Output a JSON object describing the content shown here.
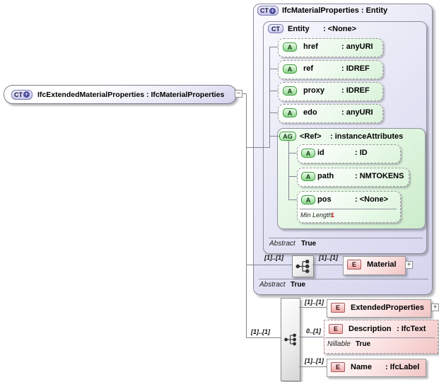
{
  "icons": {
    "collapse": "−",
    "expand": "+"
  },
  "root_element": {
    "icon": "CT",
    "label": "IfcExtendedMaterialProperties : IfcMaterialProperties"
  },
  "base_type": {
    "icon": "CT",
    "title": "IfcMaterialProperties : Entity",
    "abstract_facet": {
      "label": "Abstract",
      "value": "True"
    },
    "entity": {
      "icon": "CT",
      "name": "Entity",
      "type": ": <None>",
      "abstract_facet": {
        "label": "Abstract",
        "value": "True"
      },
      "attributes": [
        {
          "icon": "A",
          "name": "href",
          "type": ": anyURI"
        },
        {
          "icon": "A",
          "name": "ref",
          "type": ": IDREF"
        },
        {
          "icon": "A",
          "name": "proxy",
          "type": ": IDREF"
        },
        {
          "icon": "A",
          "name": "edo",
          "type": ": anyURI"
        }
      ],
      "attribute_group": {
        "icon": "AG",
        "name": "<Ref>",
        "type": ": instanceAttributes",
        "attributes": [
          {
            "icon": "A",
            "name": "id",
            "type": ": ID"
          },
          {
            "icon": "A",
            "name": "path",
            "type": ": NMTOKENS"
          },
          {
            "icon": "A",
            "name": "pos",
            "type": ": <None>",
            "facet": {
              "label": "Min Length",
              "value": "1"
            }
          }
        ]
      }
    },
    "content": {
      "occurrence_in": "[1]..[1]",
      "occurrence_out": "[1]..[1]",
      "element": {
        "icon": "E",
        "name": "Material"
      }
    }
  },
  "extension": {
    "occurrence_in": "[1]..[1]",
    "children": [
      {
        "occurrence": "[1]..[1]",
        "icon": "E",
        "name": "ExtendedProperties",
        "type": ""
      },
      {
        "occurrence": "0..[1]",
        "icon": "E",
        "name": "Description",
        "type": ": IfcText",
        "facet": {
          "label": "Nillable",
          "value": "True"
        }
      },
      {
        "occurrence": "[1]..[1]",
        "icon": "E",
        "name": "Name",
        "type": ": IfcLabel"
      }
    ]
  },
  "colors": {
    "complex_type_fill": "#d4d4ee",
    "attribute_fill": "#daf3da",
    "element_fill": "#f2c5c5",
    "facet_value_red": "#d02020",
    "connector_gray": "#858591"
  }
}
